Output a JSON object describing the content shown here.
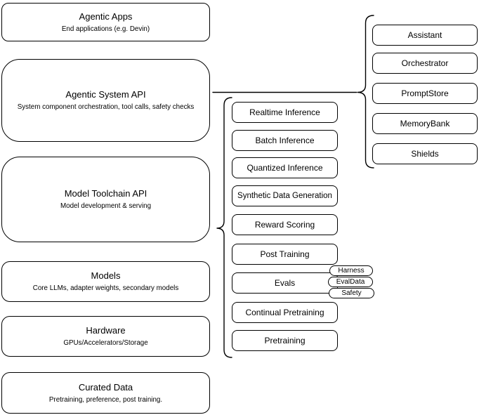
{
  "colors": {
    "stroke": "#000000",
    "fill": "#ffffff",
    "background": "#ffffff",
    "text": "#000000"
  },
  "left_stack": [
    {
      "title": "Agentic Apps",
      "subtitle": "End applications (e.g. Devin)"
    },
    {
      "title": "Agentic System API",
      "subtitle": "System component orchestration, tool calls, safety checks"
    },
    {
      "title": "Model Toolchain API",
      "subtitle": "Model development & serving"
    },
    {
      "title": "Models",
      "subtitle": "Core LLMs, adapter weights, secondary models"
    },
    {
      "title": "Hardware",
      "subtitle": "GPUs/Accelerators/Storage"
    },
    {
      "title": "Curated Data",
      "subtitle": "Pretraining, preference, post training."
    }
  ],
  "toolchain_items": [
    "Realtime Inference",
    "Batch Inference",
    "Quantized Inference",
    "Synthetic Data Generation",
    "Reward Scoring",
    "Post Training",
    "Evals",
    "Continual Pretraining",
    "Pretraining"
  ],
  "evals_tags": [
    "Harness",
    "EvalData",
    "Safety"
  ],
  "system_components": [
    "Assistant",
    "Orchestrator",
    "PromptStore",
    "MemoryBank",
    "Shields"
  ]
}
